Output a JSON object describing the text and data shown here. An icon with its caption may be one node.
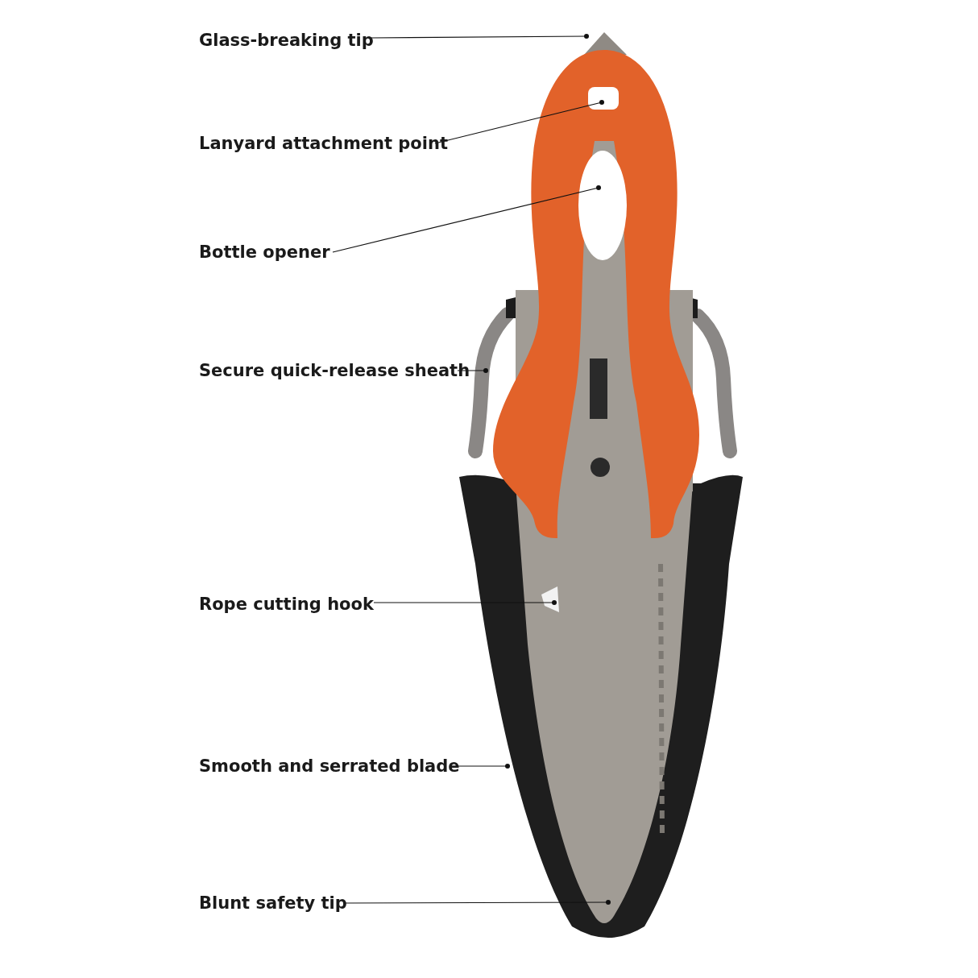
{
  "diagram": {
    "nodes": [
      {
        "text": [
          "Glass-breaking tip"
        ]
      },
      {
        "text": [
          "Lanyard attachment point"
        ]
      },
      {
        "text": [
          "Bottle opener"
        ]
      },
      {
        "text": [
          "Secure quick-release sheath"
        ]
      },
      {
        "text": [
          "Rope cutting hook"
        ]
      },
      {
        "text": [
          "Smooth and serrated blade"
        ]
      },
      {
        "text": [
          "Blunt safety tip"
        ]
      }
    ],
    "edges": [
      {
        "from": 0,
        "to": null,
        "arrow": "other"
      },
      {
        "from": 1,
        "to": null,
        "arrow": "other"
      },
      {
        "from": 2,
        "to": null,
        "arrow": "other"
      },
      {
        "from": 3,
        "to": null,
        "arrow": "other"
      },
      {
        "from": 4,
        "to": null,
        "arrow": "other"
      },
      {
        "from": 5,
        "to": null,
        "arrow": "other"
      },
      {
        "from": 6,
        "to": null,
        "arrow": "other"
      }
    ]
  }
}
